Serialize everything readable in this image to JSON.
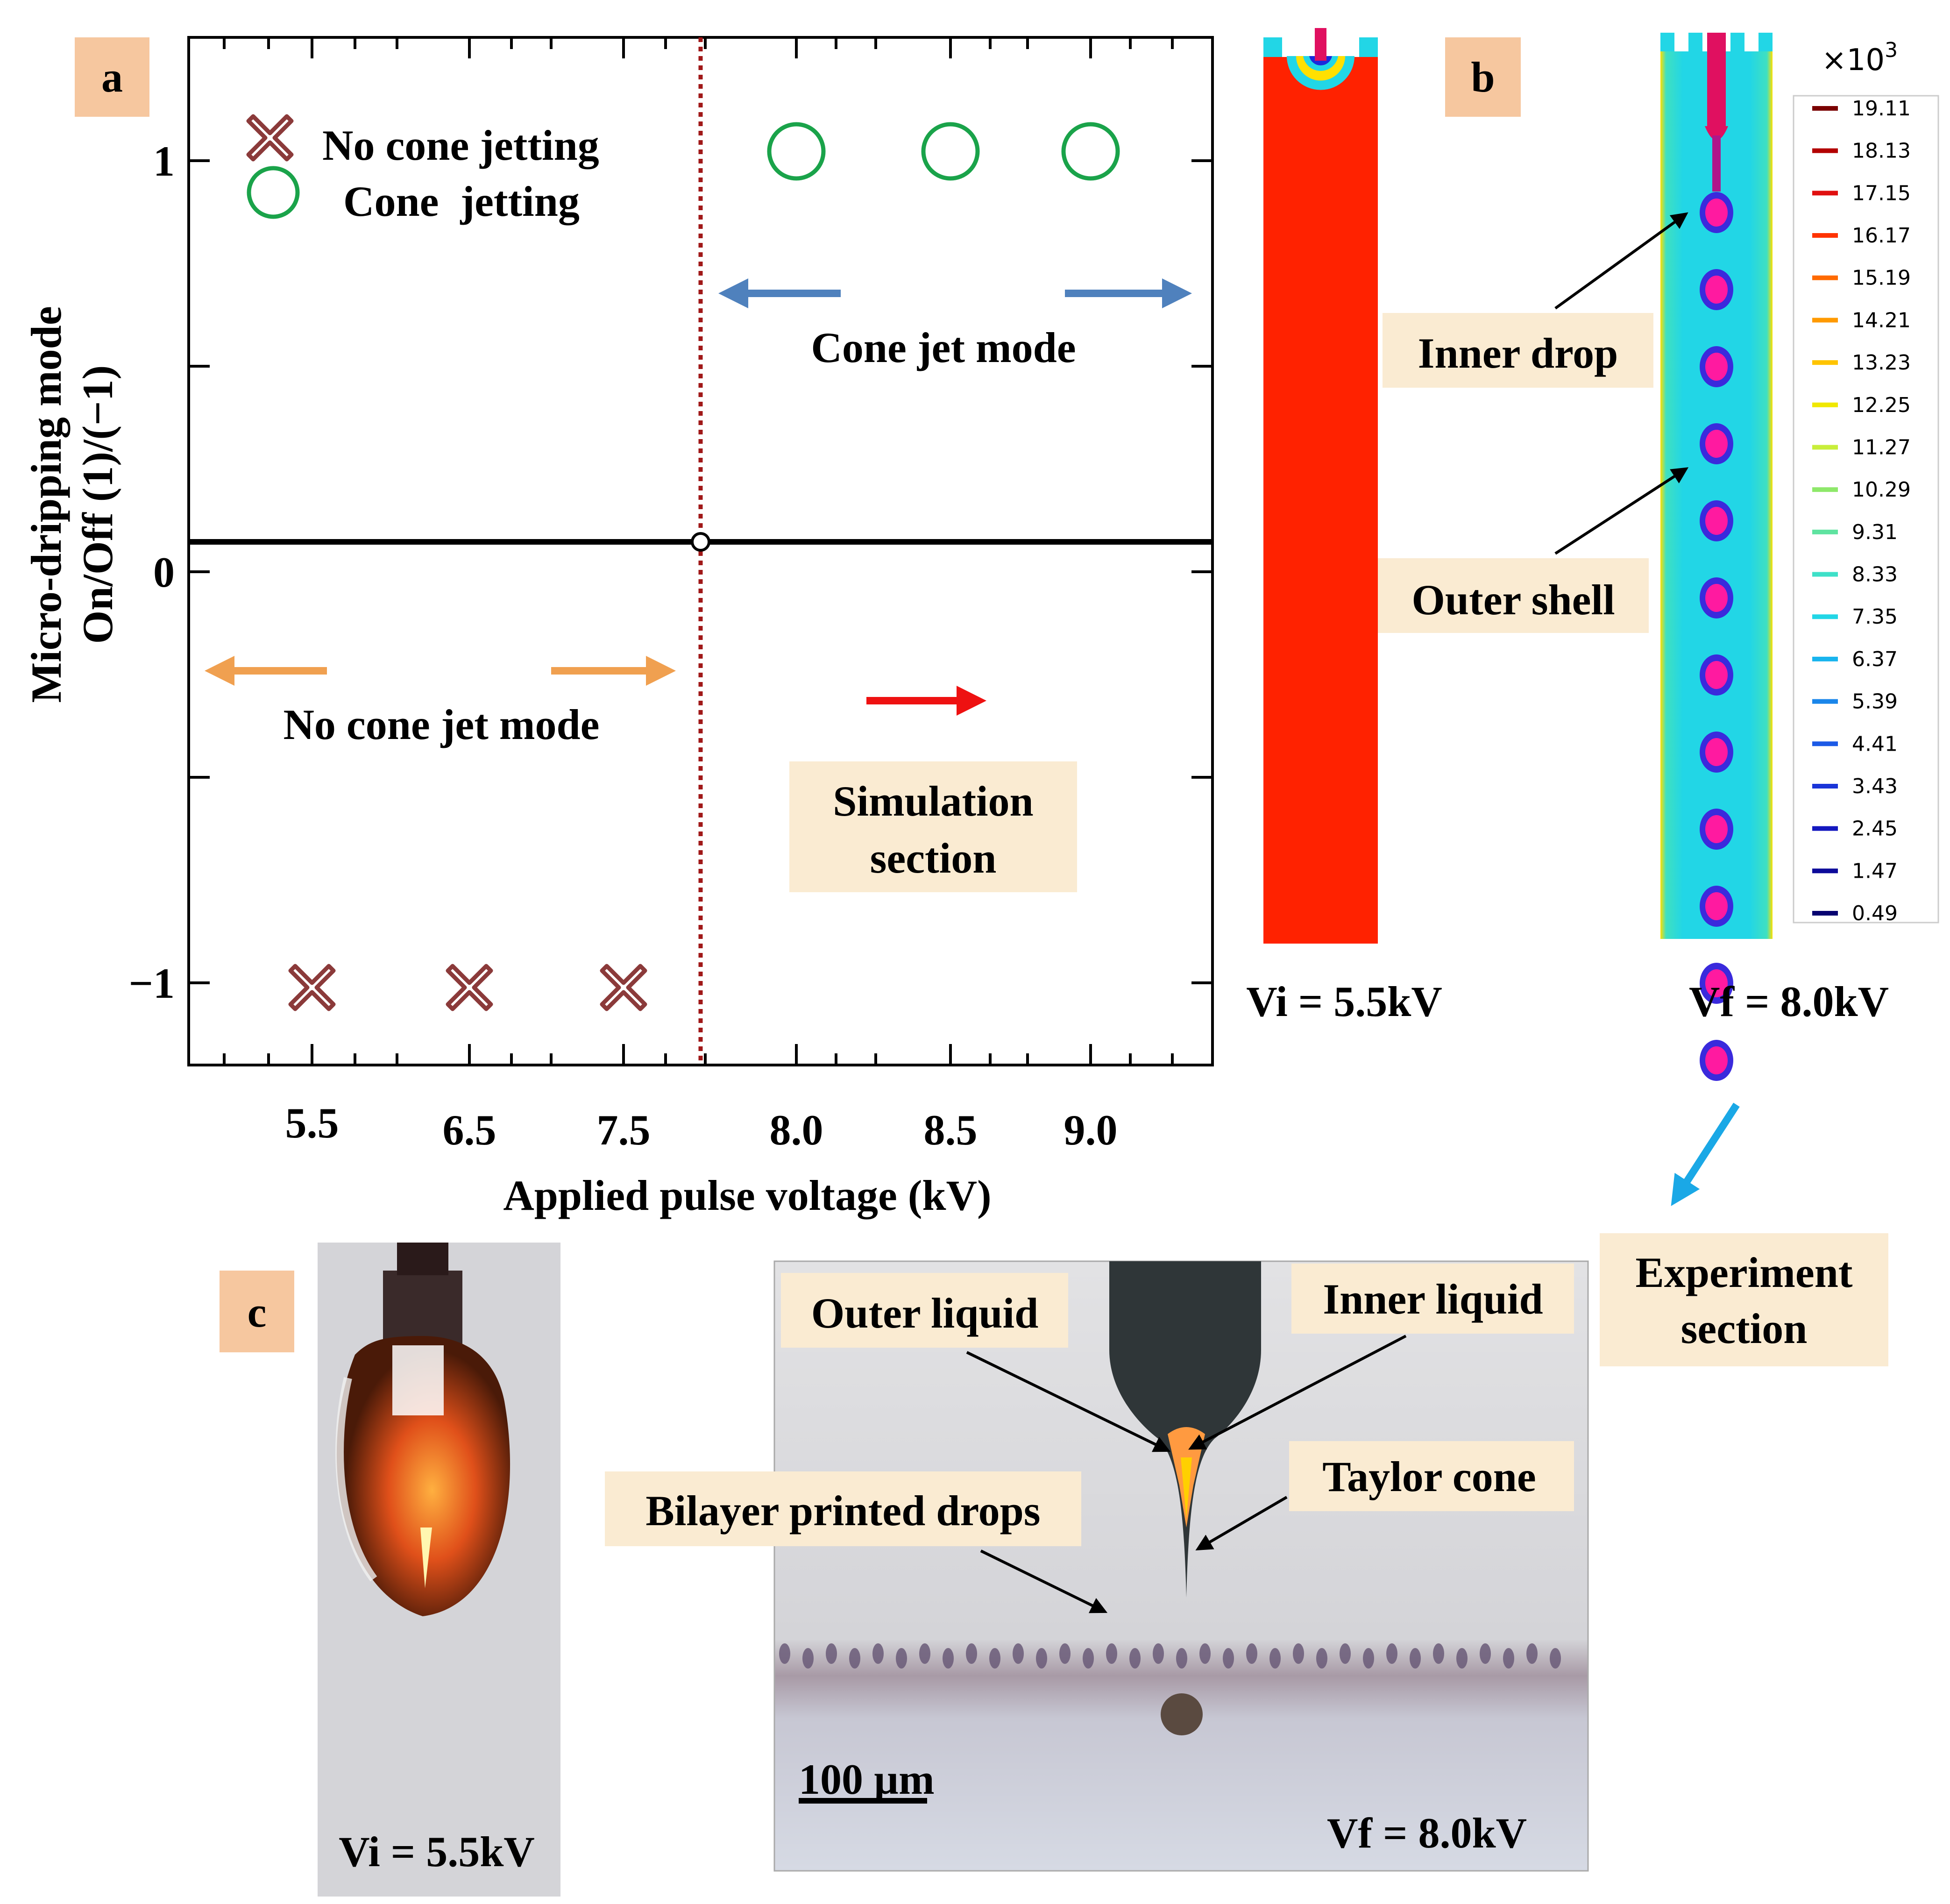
{
  "panels": {
    "a": {
      "label": "a"
    },
    "b": {
      "label": "b"
    },
    "c": {
      "label": "c"
    }
  },
  "chart_data": {
    "type": "scatter",
    "xlabel": "Applied pulse voltage (kV)",
    "ylabel_line1": "Micro-dripping mode",
    "ylabel_line2": "On/Off (1)/(−1)",
    "x_ticks": [
      "5.5",
      "6.5",
      "7.5",
      "8.0",
      "8.5",
      "9.0"
    ],
    "y_ticks": [
      "1",
      "0",
      "−1"
    ],
    "ylim": [
      -1.2,
      1.3
    ],
    "grid": false,
    "threshold_x_label_position": "between 7.5 and 8.0",
    "series": [
      {
        "name": "No cone jetting",
        "marker": "cross",
        "color": "#8b3a3a",
        "points": [
          {
            "x": "5.5",
            "y": -1
          },
          {
            "x": "6.5",
            "y": -1
          },
          {
            "x": "7.5",
            "y": -1
          }
        ]
      },
      {
        "name": "Cone  jetting",
        "marker": "circle",
        "color": "#1aa34a",
        "points": [
          {
            "x": "8.0",
            "y": 1
          },
          {
            "x": "8.5",
            "y": 1
          },
          {
            "x": "9.0",
            "y": 1
          }
        ]
      }
    ],
    "annotations": {
      "cone_jet_mode": "Cone jet mode",
      "no_cone_jet_mode": "No cone jet mode",
      "simulation_line1": "Simulation",
      "simulation_line2": "section"
    }
  },
  "simulation": {
    "scale_factor": "×10",
    "scale_exponent": "3",
    "colorbar_values": [
      "19.11",
      "18.13",
      "17.15",
      "16.17",
      "15.19",
      "14.21",
      "13.23",
      "12.25",
      "11.27",
      "10.29",
      "9.31",
      "8.33",
      "7.35",
      "6.37",
      "5.39",
      "4.41",
      "3.43",
      "2.45",
      "1.47",
      "0.49"
    ],
    "colorbar_colors": [
      "#7a0000",
      "#b30000",
      "#e01010",
      "#ff3300",
      "#ff6a00",
      "#ff9a00",
      "#ffc400",
      "#f0e800",
      "#c8ee3a",
      "#8ee86a",
      "#5fe3a0",
      "#3ee0c8",
      "#22d6e6",
      "#18b4ee",
      "#1a86ea",
      "#1c5ae6",
      "#1a34d8",
      "#1418bf",
      "#0c0a9a",
      "#060270"
    ],
    "inner_drop": "Inner drop",
    "outer_shell": "Outer shell",
    "vi_label": "Vi = 5.5kV",
    "vf_label": "Vf = 8.0kV"
  },
  "experiment": {
    "section_line1": "Experiment",
    "section_line2": "section",
    "vi_label": "Vi = 5.5kV",
    "vf_label": "Vf = 8.0kV",
    "outer_liquid": "Outer liquid",
    "inner_liquid": "Inner liquid",
    "taylor_cone": "Taylor cone",
    "bilayer_drops": "Bilayer printed drops",
    "scale_bar": "100 µm"
  },
  "colors": {
    "label_box": "#f6c79f",
    "annotation_box": "#faebd2",
    "threshold": "#a01818",
    "orange_arrow": "#f0a050",
    "blue_arrow": "#4f81bd",
    "red_arrow": "#ee1111",
    "cyan_arrow": "#1aa8e6"
  }
}
